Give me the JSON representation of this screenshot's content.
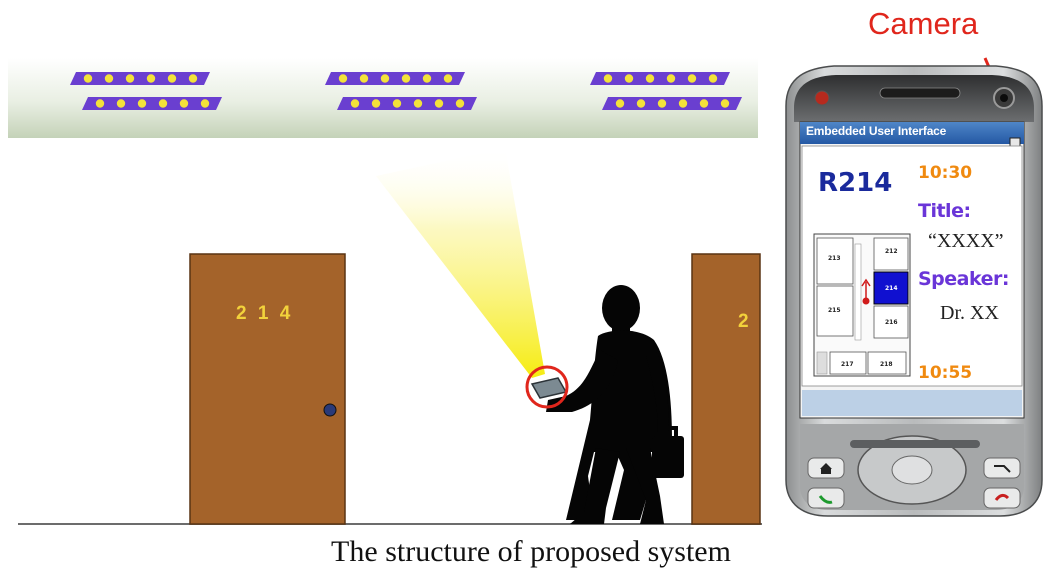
{
  "caption": "The structure of proposed system",
  "camera_label": "Camera",
  "doors": {
    "left_number": "2 1 4",
    "right_number": "2"
  },
  "phone": {
    "ui_header": "Embedded User Interface",
    "room": "R214",
    "start_time": "10:30",
    "title_label": "Title:",
    "title_value": "“XXXX”",
    "speaker_label": "Speaker:",
    "speaker_value": "Dr. XX",
    "end_time": "10:55",
    "map_rooms": [
      "213",
      "212",
      "214",
      "215",
      "216",
      "217",
      "218"
    ],
    "highlight_color": "#1010d0"
  },
  "colors": {
    "door": "#a4632a",
    "light_beam": "#f6f01a",
    "ceiling_led": "#f3e23a",
    "ceiling_strip": "#6a3fd0",
    "camera_label": "#e0261c"
  }
}
